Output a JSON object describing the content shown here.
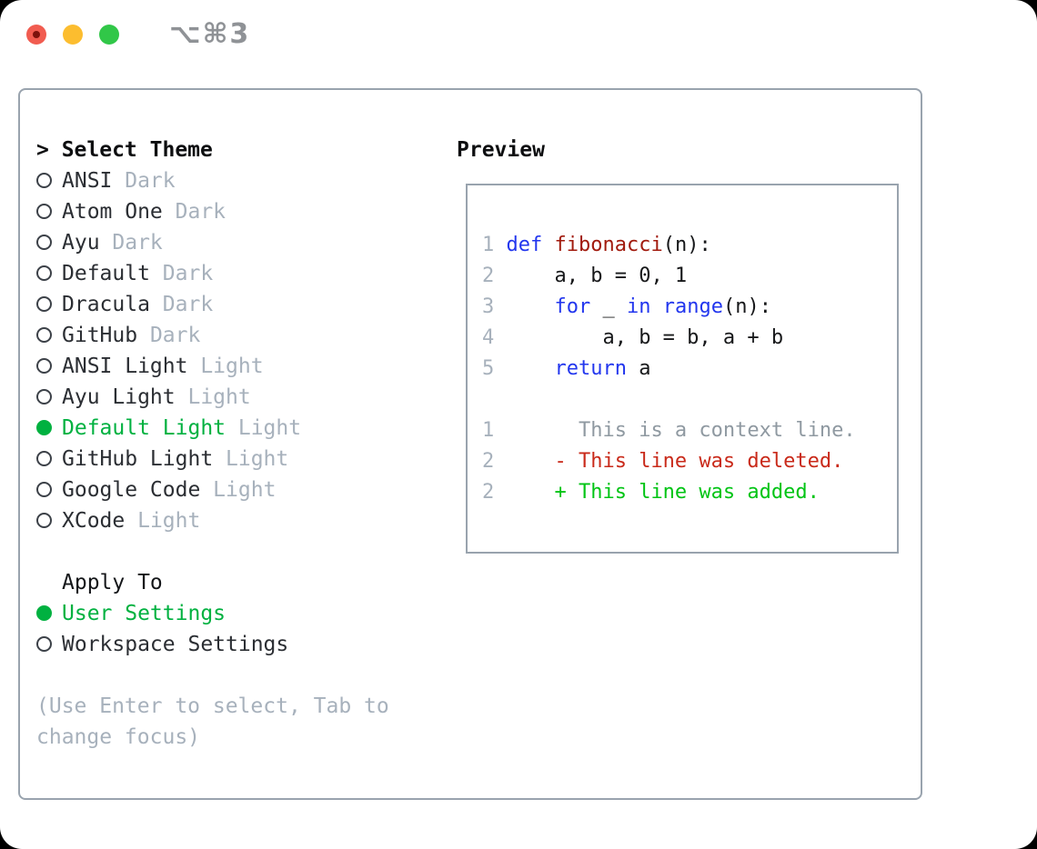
{
  "window": {
    "title": "⌥⌘3"
  },
  "colors": {
    "selected_green": "#00b140",
    "added_green": "#00c414",
    "deleted_red": "#c92a1a",
    "keyword_blue": "#2236ee",
    "function_red": "#a11a0d",
    "muted_gray": "#a7b1bc",
    "context_gray": "#8f99a1",
    "border_gray": "#99a3ae",
    "traffic_red": "#f15c50",
    "traffic_yellow": "#fcbd2f",
    "traffic_green": "#31c748"
  },
  "theme_list": {
    "heading": "> Select Theme",
    "items": [
      {
        "name": "ANSI",
        "variant": "Dark",
        "selected": false
      },
      {
        "name": "Atom One",
        "variant": "Dark",
        "selected": false
      },
      {
        "name": "Ayu",
        "variant": "Dark",
        "selected": false
      },
      {
        "name": "Default",
        "variant": "Dark",
        "selected": false
      },
      {
        "name": "Dracula",
        "variant": "Dark",
        "selected": false
      },
      {
        "name": "GitHub",
        "variant": "Dark",
        "selected": false
      },
      {
        "name": "ANSI Light",
        "variant": "Light",
        "selected": false
      },
      {
        "name": "Ayu Light",
        "variant": "Light",
        "selected": false
      },
      {
        "name": "Default Light",
        "variant": "Light",
        "selected": true
      },
      {
        "name": "GitHub Light",
        "variant": "Light",
        "selected": false
      },
      {
        "name": "Google Code",
        "variant": "Light",
        "selected": false
      },
      {
        "name": "XCode",
        "variant": "Light",
        "selected": false
      }
    ]
  },
  "apply_to": {
    "heading": "Apply To",
    "options": [
      {
        "label": "User Settings",
        "selected": true
      },
      {
        "label": "Workspace Settings",
        "selected": false
      }
    ]
  },
  "hint": "(Use Enter to select, Tab to change focus)",
  "preview": {
    "heading": "Preview",
    "lines": [
      {
        "segments": [
          {
            "t": "1 ",
            "c": "num"
          },
          {
            "t": "def",
            "c": "kw"
          },
          {
            "t": " ",
            "c": "plain"
          },
          {
            "t": "fibonacci",
            "c": "fn"
          },
          {
            "t": "(n):",
            "c": "plain"
          }
        ]
      },
      {
        "segments": [
          {
            "t": "2 ",
            "c": "num"
          },
          {
            "t": "    a, b = 0, 1",
            "c": "plain"
          }
        ]
      },
      {
        "segments": [
          {
            "t": "3 ",
            "c": "num"
          },
          {
            "t": "    ",
            "c": "plain"
          },
          {
            "t": "for",
            "c": "kw"
          },
          {
            "t": " _ ",
            "c": "plain"
          },
          {
            "t": "in",
            "c": "kw"
          },
          {
            "t": " ",
            "c": "plain"
          },
          {
            "t": "range",
            "c": "kw"
          },
          {
            "t": "(n):",
            "c": "plain"
          }
        ]
      },
      {
        "segments": [
          {
            "t": "4 ",
            "c": "num"
          },
          {
            "t": "        a, b = b, a + b",
            "c": "plain"
          }
        ]
      },
      {
        "segments": [
          {
            "t": "5 ",
            "c": "num"
          },
          {
            "t": "    ",
            "c": "plain"
          },
          {
            "t": "return",
            "c": "kw"
          },
          {
            "t": " a",
            "c": "plain"
          }
        ]
      },
      {
        "segments": []
      },
      {
        "segments": [
          {
            "t": "1 ",
            "c": "num"
          },
          {
            "t": "      This is a context line.",
            "c": "ctx"
          }
        ]
      },
      {
        "segments": [
          {
            "t": "2 ",
            "c": "num"
          },
          {
            "t": "    - This line was deleted.",
            "c": "del"
          }
        ]
      },
      {
        "segments": [
          {
            "t": "2 ",
            "c": "num"
          },
          {
            "t": "    + This line was added.",
            "c": "add"
          }
        ]
      }
    ]
  }
}
